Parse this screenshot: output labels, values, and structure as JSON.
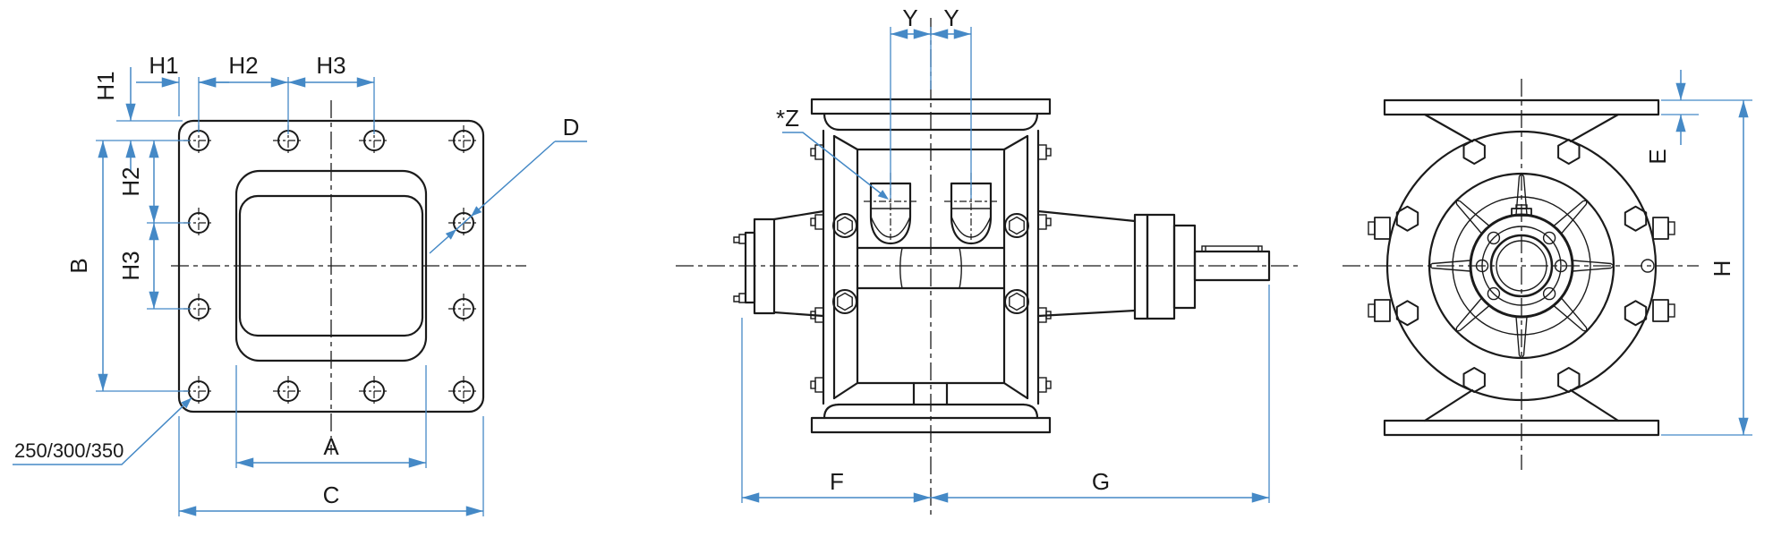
{
  "colors": {
    "line": "#1b1b1b",
    "dimension": "#4589c6",
    "background": "#ffffff"
  },
  "front_view": {
    "dims": {
      "h1_side": "H1",
      "h1_top": "H1",
      "h2_top": "H2",
      "h3_top": "H3",
      "h2_left": "H2",
      "h3_left": "H3",
      "b_left": "B",
      "a_bottom": "A",
      "c_bottom": "C",
      "d_leader": "D",
      "flange_sizes": "250/300/350"
    }
  },
  "side_view": {
    "dims": {
      "y_left": "Y",
      "y_right": "Y",
      "z_leader": "*Z",
      "f_bottom": "F",
      "g_bottom": "G"
    }
  },
  "end_view": {
    "dims": {
      "e_right": "E",
      "h_right": "H"
    }
  }
}
